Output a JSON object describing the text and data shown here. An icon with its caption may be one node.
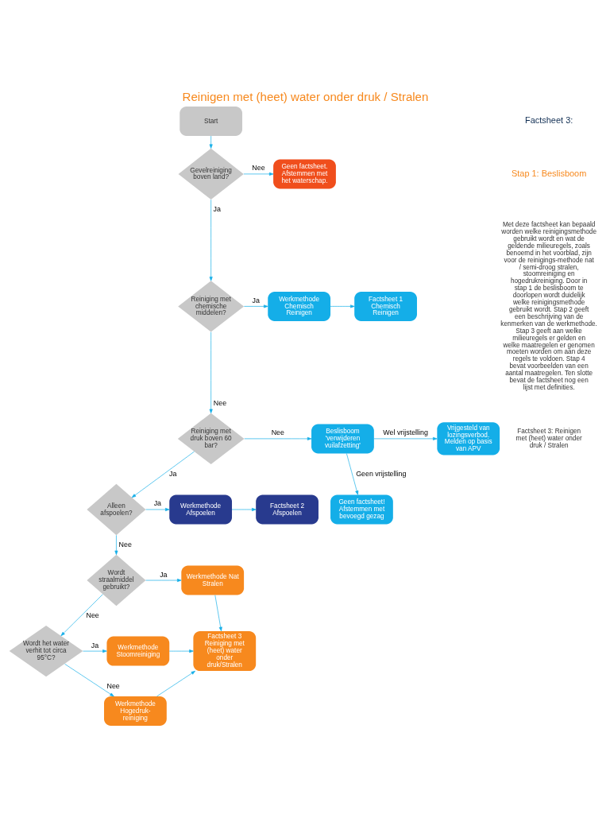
{
  "diagram": {
    "title": "Reinigen met (heet) water onder druk / Stralen",
    "nodes": [
      {
        "text": [
          "Start"
        ]
      },
      {
        "text": [
          "Gevelreiniging boven land?"
        ]
      },
      {
        "text": [
          "Geen factsheet. Afstemmen met het waterschap."
        ]
      },
      {
        "text": [
          "Reiniging met chemische middelen?"
        ]
      },
      {
        "text": [
          "Werkmethode Chemisch Reinigen"
        ]
      },
      {
        "text": [
          "Factsheet 1 Chemisch Reinigen"
        ]
      },
      {
        "text": [
          "Reiniging met druk boven 60 bar?"
        ]
      },
      {
        "text": [
          "Beslisboom 'verwijderen vuilafzetting'"
        ]
      },
      {
        "text": [
          "Vrijgesteld van lozingsverbod. Melden op basis van APV"
        ]
      },
      {
        "text": [
          "Geen factsheet! Afstemmen met bevoegd gezag"
        ]
      },
      {
        "text": [
          "Alleen afspoelen?"
        ]
      },
      {
        "text": [
          "Werkmethode Afspoelen"
        ]
      },
      {
        "text": [
          "Factsheet 2 Afspoelen"
        ]
      },
      {
        "text": [
          "Wordt straalmiddel gebruikt?"
        ]
      },
      {
        "text": [
          "Werkmethode Nat Stralen"
        ]
      },
      {
        "text": [
          "Wordt het water verhit tot circa 95°C?"
        ]
      },
      {
        "text": [
          "Werkmethode Stoomreiniging"
        ]
      },
      {
        "text": [
          "Werkmethode Hogedruk-reiniging"
        ]
      },
      {
        "text": [
          "Factsheet 3 Reiniging met (heet) water onder druk/Stralen"
        ]
      }
    ],
    "edges": [
      {
        "from": 0,
        "to": 1,
        "arrow": "to"
      },
      {
        "from": 1,
        "to": 2,
        "arrow": "to",
        "label": "Nee"
      },
      {
        "from": 1,
        "to": 3,
        "arrow": "to",
        "label": "Ja"
      },
      {
        "from": 3,
        "to": 4,
        "arrow": "to",
        "label": "Ja"
      },
      {
        "from": 4,
        "to": 5,
        "arrow": "to"
      },
      {
        "from": 3,
        "to": 6,
        "arrow": "to",
        "label": "Nee"
      },
      {
        "from": 6,
        "to": 7,
        "arrow": "to",
        "label": "Nee"
      },
      {
        "from": 7,
        "to": 8,
        "arrow": "to",
        "label": "Wel vrijstelling"
      },
      {
        "from": 7,
        "to": 9,
        "arrow": "to",
        "label": "Geen vrijstelling"
      },
      {
        "from": 6,
        "to": 10,
        "arrow": "to",
        "label": "Ja"
      },
      {
        "from": 10,
        "to": 11,
        "arrow": "to",
        "label": "Ja"
      },
      {
        "from": 11,
        "to": 12,
        "arrow": "to"
      },
      {
        "from": 10,
        "to": 13,
        "arrow": "to",
        "label": "Nee"
      },
      {
        "from": 13,
        "to": 14,
        "arrow": "to",
        "label": "Ja"
      },
      {
        "from": 13,
        "to": 15,
        "arrow": "to",
        "label": "Nee"
      },
      {
        "from": 15,
        "to": 16,
        "arrow": "to",
        "label": "Ja"
      },
      {
        "from": 15,
        "to": 17,
        "arrow": "to",
        "label": "Nee"
      },
      {
        "from": 14,
        "to": 18,
        "arrow": "to"
      },
      {
        "from": 16,
        "to": 18,
        "arrow": "to"
      },
      {
        "from": 17,
        "to": 18,
        "arrow": "to"
      }
    ],
    "labels": [
      "Factsheet 3:",
      "Stap 1: Beslisboom",
      "Met deze factsheet kan bepaald worden welke reinigingsmethode gebruikt wordt en wat de geldende milieuregels, zoals benoemd in het voorblad, zijn voor de reinigings-methode nat / semi-droog stralen, stoomreiniging en hogedrukreiniging. Door in stap 1 de beslisboom te doorlopen wordt duidelijk welke reinigingsmethode gebruikt wordt. Stap 2 geeft een beschrijving van de kenmerken van de werkmethode. Stap 3 geeft aan welke milieuregels er gelden en welke maatregelen er genomen moeten worden om aan deze regels te voldoen. Stap 4 bevat voorbeelden van een aantal maatregelen. Ten slotte bevat de factsheet nog een lijst met definities.",
      "Factsheet 3: Reinigen met (heet) water onder druk / Stralen"
    ]
  }
}
